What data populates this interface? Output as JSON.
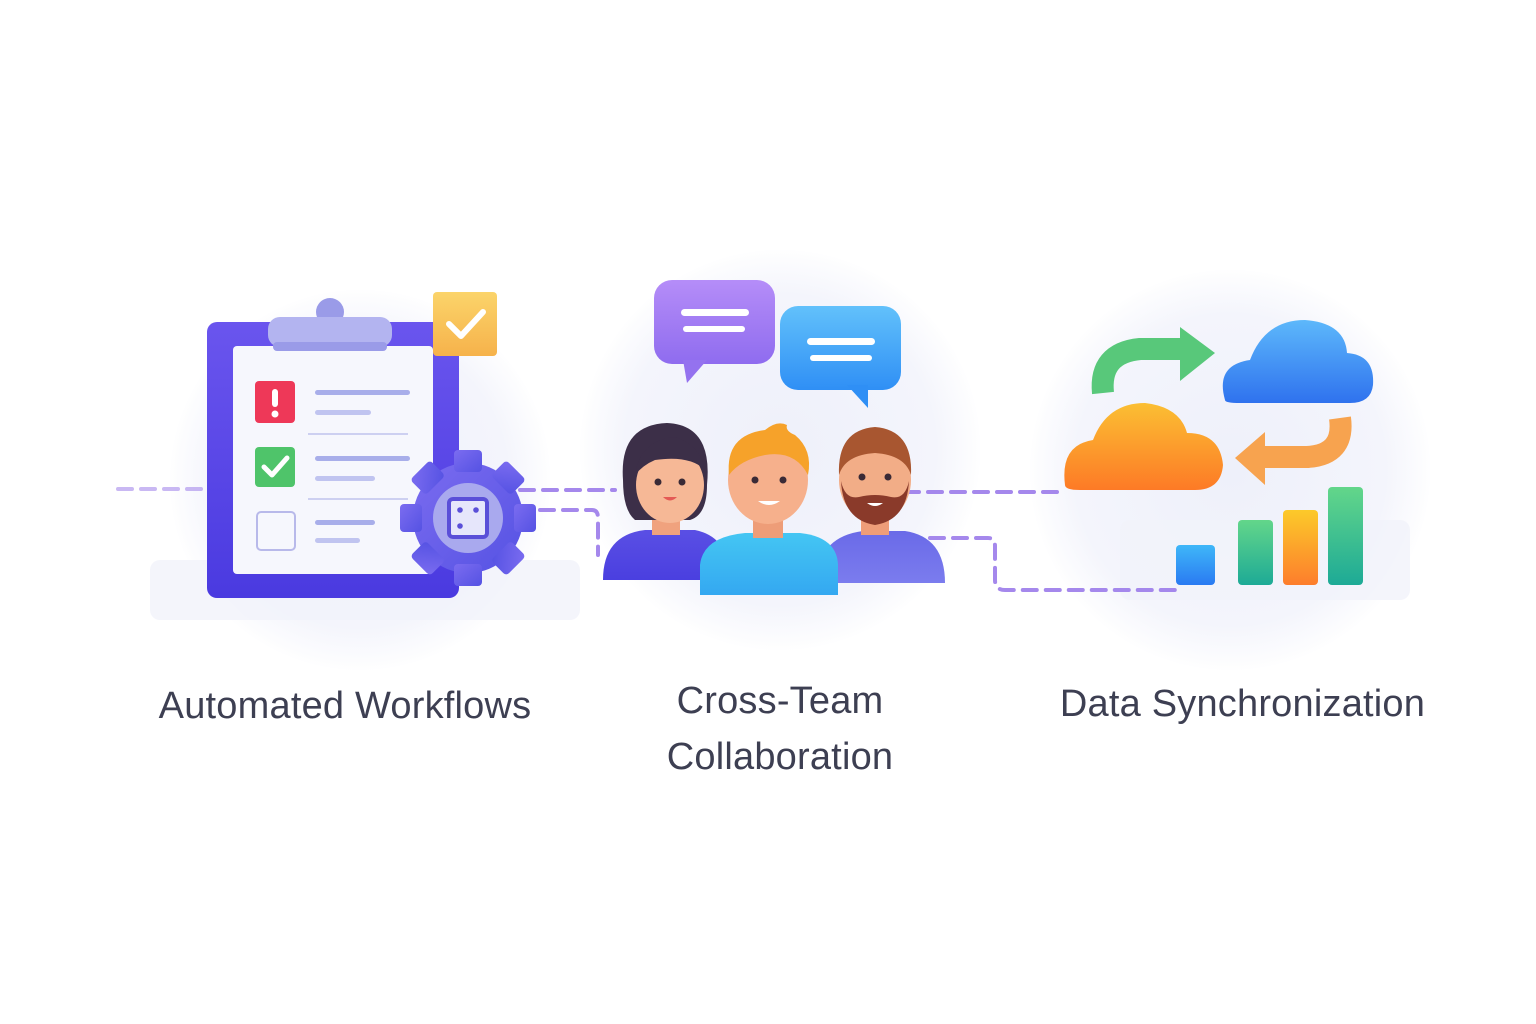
{
  "features": [
    {
      "id": "automated-workflows",
      "label": "Automated Workflows",
      "icon": "clipboard-gear-icon"
    },
    {
      "id": "cross-team-collaboration",
      "label_line1": "Cross-Team",
      "label_line2": "Collaboration",
      "icon": "team-chat-icon"
    },
    {
      "id": "data-synchronization",
      "label": "Data Synchronization",
      "icon": "cloud-sync-icon"
    }
  ],
  "colors": {
    "connector": "#9b7bea",
    "clipboard": "#5b47e6",
    "gear": "#6a5fe8",
    "alert": "#ee3858",
    "check_green": "#4fc46a",
    "check_yellow": "#f8c45a",
    "bubble_purple": "#a07ef5",
    "bubble_blue": "#3fa6f7",
    "cloud_blue": "#3b88f2",
    "cloud_orange": "#fb8a2e",
    "arrow_green": "#58c87a",
    "arrow_orange": "#f7a34f",
    "label_text": "#3d3f52"
  }
}
